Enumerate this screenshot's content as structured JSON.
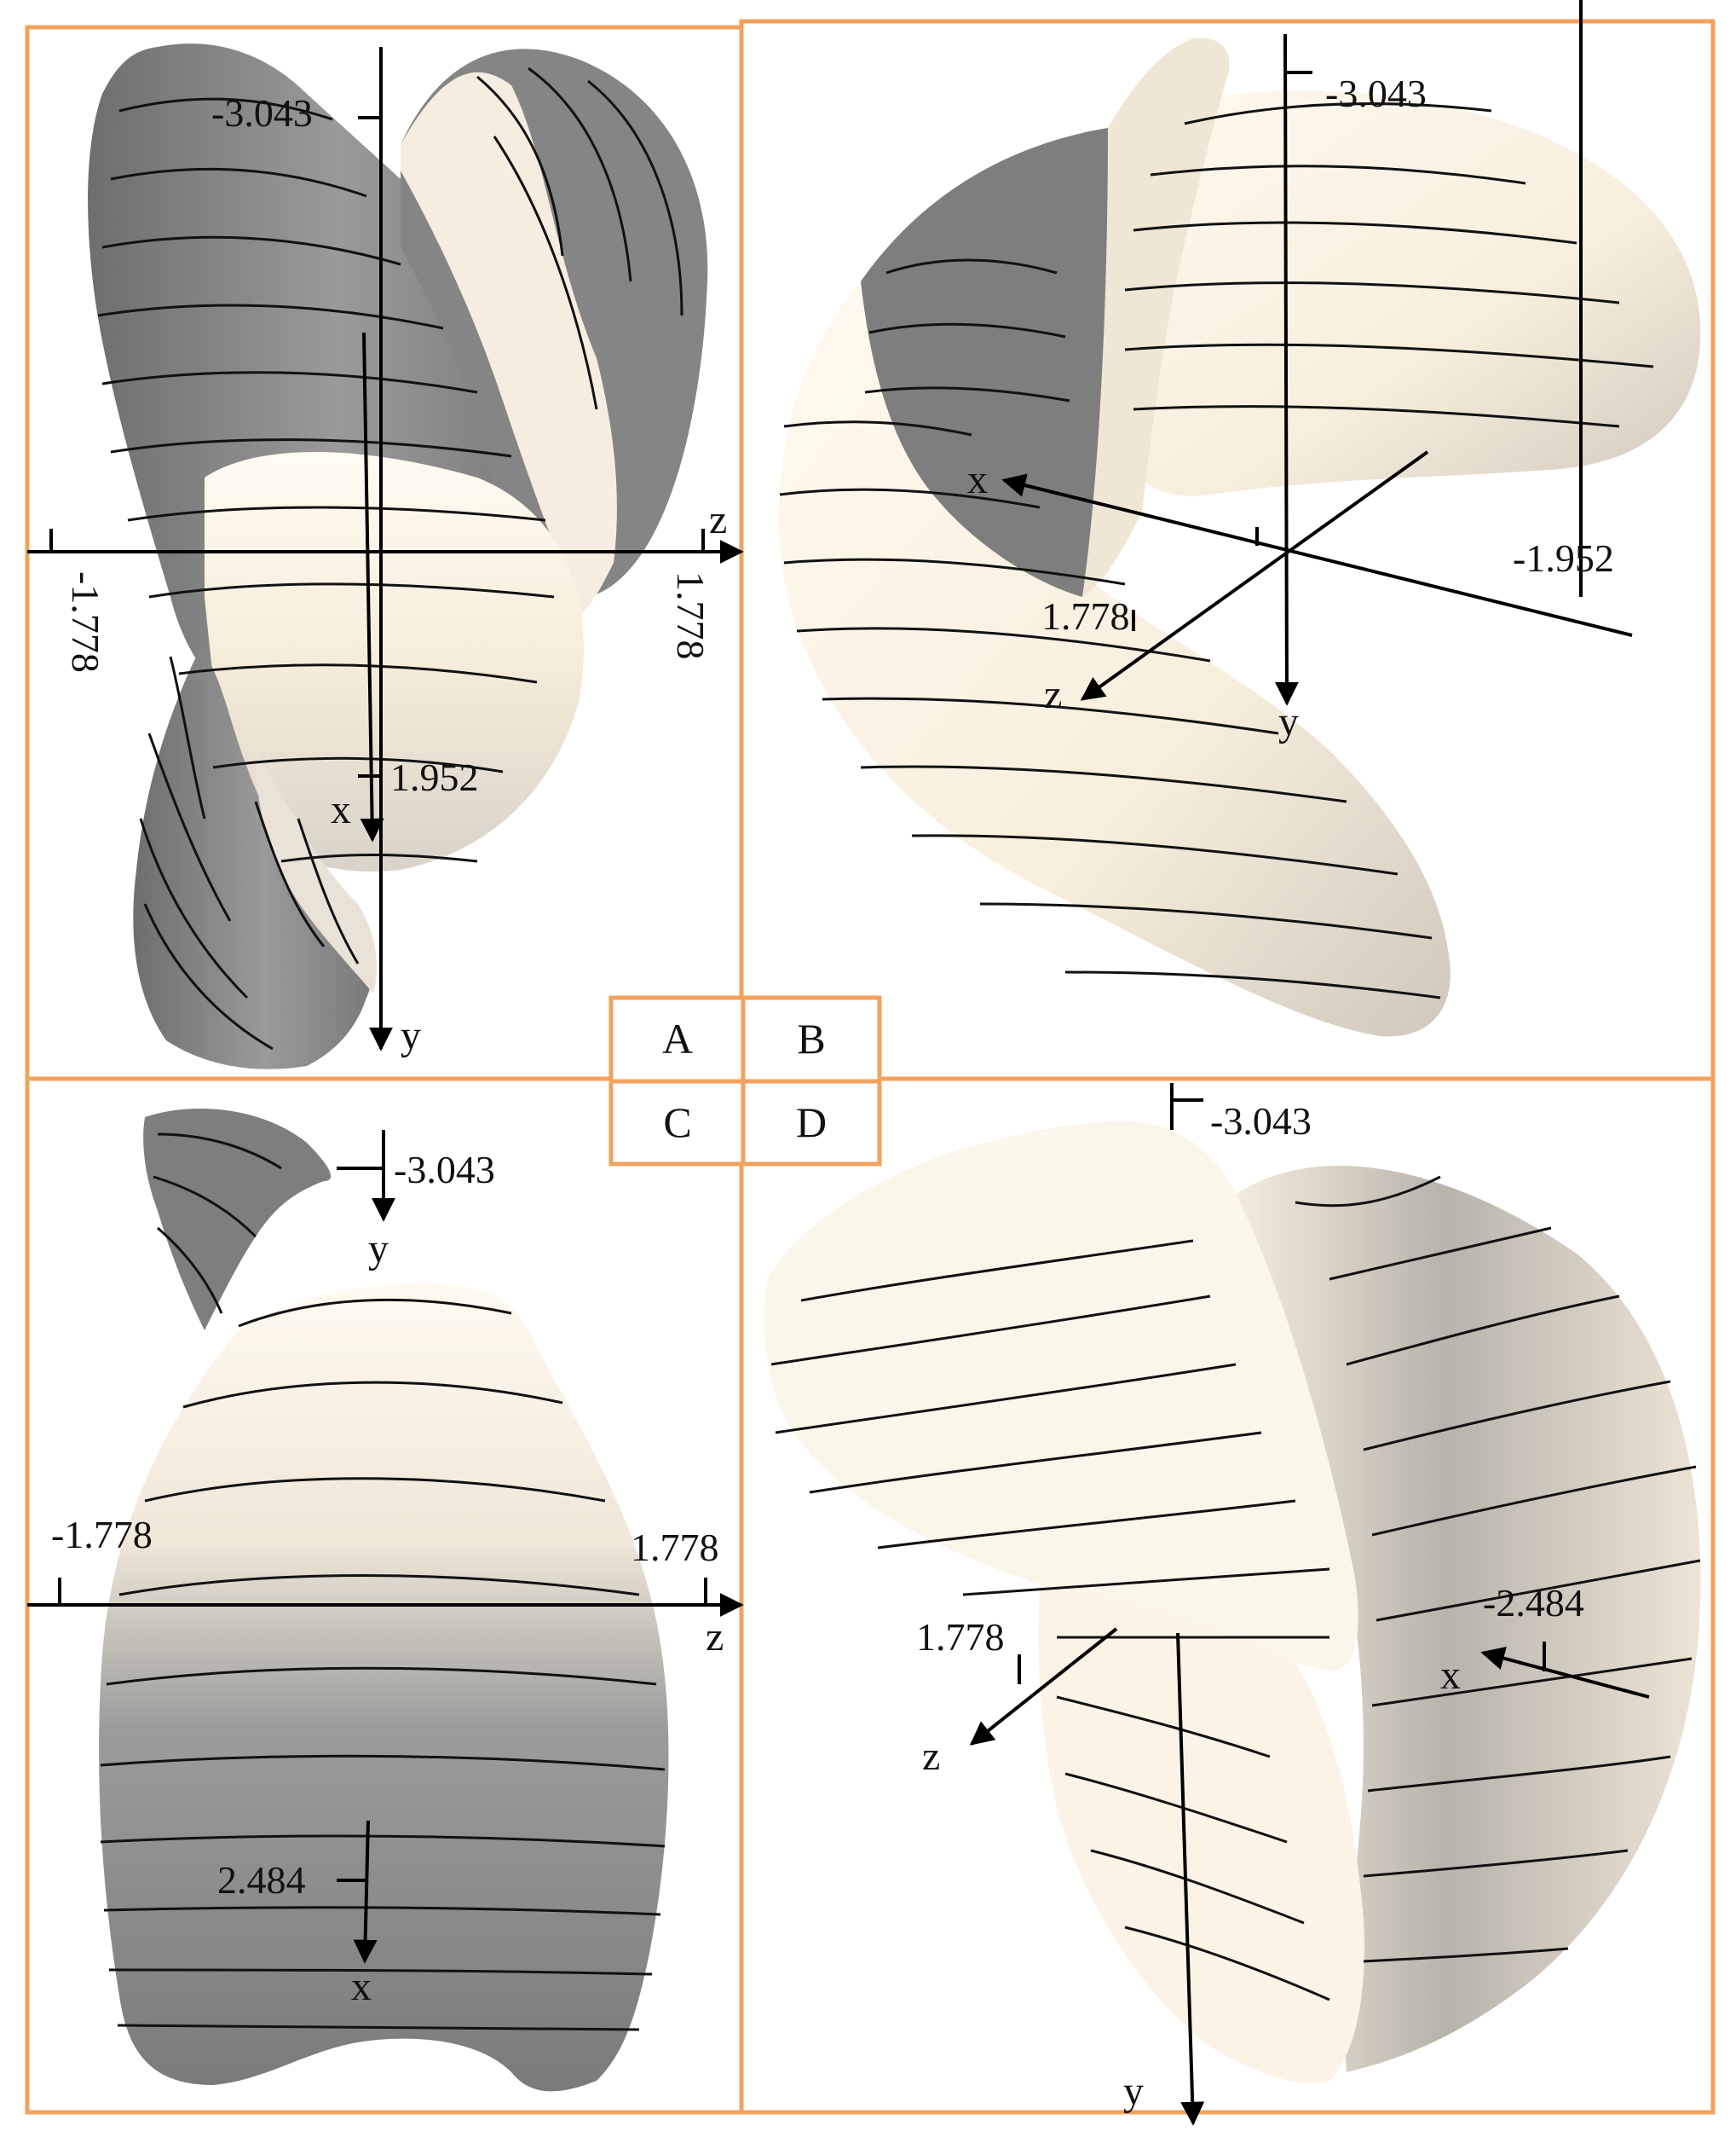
{
  "panel_labels": [
    "A",
    "B",
    "C",
    "D"
  ],
  "panels": {
    "A": {
      "ticks": [
        "-3.043",
        "-1.778",
        "1.778",
        "1.952"
      ],
      "axes": [
        "z",
        "x",
        "y"
      ]
    },
    "B": {
      "ticks": [
        "-3.043",
        "-1.952",
        "1.778"
      ],
      "axes": [
        "x",
        "z",
        "y"
      ]
    },
    "C": {
      "ticks": [
        "-3.043",
        "-1.778",
        "1.778",
        "2.484"
      ],
      "axes": [
        "y",
        "z",
        "x"
      ]
    },
    "D": {
      "ticks": [
        "-3.043",
        "-2.484",
        "1.778"
      ],
      "axes": [
        "x",
        "z",
        "y"
      ]
    }
  },
  "colors": {
    "frame": "#f2a25c",
    "surface_light": "#fbf4e7",
    "surface_dark": "#7c7c7c",
    "contour": "#111111",
    "axis": "#000000"
  }
}
